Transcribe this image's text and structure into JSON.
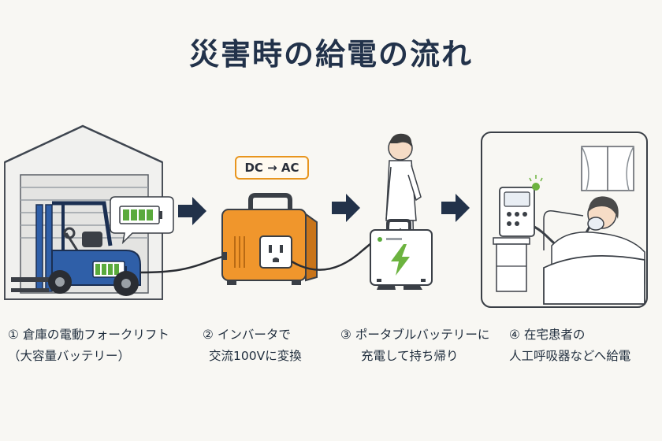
{
  "title": "災害時の給電の流れ",
  "converter_badge": "DC → AC",
  "steps": [
    {
      "line1": "① 倉庫の電動フォークリフト",
      "line2": "（大容量バッテリー）"
    },
    {
      "line1": "② インバータで",
      "line2": "交流100Vに変換"
    },
    {
      "line1": "③ ポータブルバッテリーに",
      "line2": "充電して持ち帰り"
    },
    {
      "line1": "④ 在宅患者の",
      "line2": "人工呼吸器などへ給電"
    }
  ],
  "colors": {
    "navy": "#22324a",
    "forklift_blue": "#2f5fa8",
    "inverter_orange": "#f0962c",
    "battery_green": "#5aaa3c",
    "lightning_green": "#6cb33f",
    "warehouse_gray": "#dcdcdc"
  }
}
